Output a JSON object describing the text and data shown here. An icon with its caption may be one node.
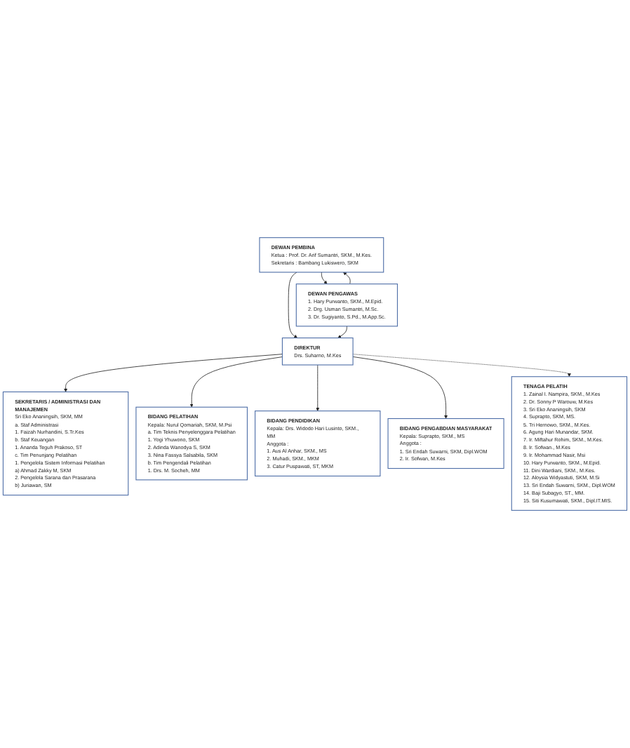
{
  "diagram": {
    "nodes": [
      {
        "text": [
          "DEWAN PEMBINA",
          "Ketua : Prof. Dr. Arif Sumantri, SKM., M.Kes.",
          "Sekretaris : Bambang Lukiswero, SKM"
        ]
      },
      {
        "text": [
          "DEWAN PENGAWAS",
          "1. Hary Purwanto, SKM., M.Epid.",
          "2. Drg. Usman Sumantri, M.Sc.",
          "3. Dr. Sugiyanto, S.Pd., M.App.Sc."
        ]
      },
      {
        "text": [
          "DIREKTUR",
          "Drs. Suharno, M.Kes"
        ]
      },
      {
        "text": [
          "SEKRETARIS / ADMINISTRASI DAN MANAJEMEN",
          "Sri Eko Ananingsih, SKM, MM",
          "a. Staf Administrasi",
          "1. Faizah Nurhandini, S.Tr.Kes",
          "b. Staf Keuangan",
          "1. Ananda Teguh Prakoso, ST",
          "c. Tim Penunjang Pelatihan",
          "1. Pengelola Sistem Informasi Pelatihan",
          "a) Ahmad Zakky M, SKM",
          "2. Pengelola Sarana dan Prasarana",
          "b) Juriawan, SM"
        ]
      },
      {
        "text": [
          "BIDANG PELATIHAN",
          "Kepala: Nurul Qomariah, SKM, M.Psi",
          "a. Tim Teknis Penyelenggara Pelatihan",
          "1. Yogi Yhuwono, SKM",
          "2. Adinda Wanodya S, SKM",
          "3. Nina Fassya Salsabila, SKM",
          "b. Tim Pengendali Pelatihan",
          "1. Drs. M. Socheh, MM"
        ]
      },
      {
        "text": [
          "BIDANG PENDIDIKAN",
          "Kepala: Drs. Widodo Hari Lusinto, SKM., MM",
          "Anggota :",
          "1. Aus Al Anhar, SKM., MS",
          "2. Muhadi, SKM., MKM",
          "3. Catur Puspawati, ST, MKM"
        ]
      },
      {
        "text": [
          "BIDANG PENGABDIAN MASYARAKAT",
          "Kepala: Suprapto, SKM., MS",
          "Anggota :",
          "1. Sri Endah Suwarni, SKM, Dipl.WOM",
          "2. Ir. Sofwan, M.Kes"
        ]
      },
      {
        "text": [
          "TENAGA PELATIH",
          "1. Zainal I. Nampira, SKM., M.Kes",
          "2. Dr. Sonny P Warouw, M.Kes",
          "3. Sri Eko Ananingsih, SKM",
          "4. Suprapto, SKM, MS.",
          "5. Tri Hernowo, SKM., M.Kes.",
          "6. Agung Hari Munandar, SKM.",
          "7. Ir. Miftahur Rohim, SKM., M.Kes.",
          "8. Ir. Sofwan., M.Kes",
          "9. Ir. Mohammad Nasir, Msi",
          "10. Hary Purwanto, SKM., M.Epid.",
          "11. Dini Wardiani, SKM., M.Kes.",
          "12. Aloysia Widyastuti, SKM, M.Si",
          "13. Sri Endah Suwarni, SKM., Dipl.WOM",
          "14. Baji Subagyo, ST., MM.",
          "15. Siti Kusumawati, SKM., Dipl.IT.MIS."
        ]
      }
    ],
    "edges": [
      {
        "from": 0,
        "to": 1,
        "arrow": "to"
      },
      {
        "from": 1,
        "to": 0,
        "arrow": "to"
      },
      {
        "from": 0,
        "to": 2,
        "arrow": "to"
      },
      {
        "from": 1,
        "to": 2,
        "arrow": "to"
      },
      {
        "from": 2,
        "to": 3,
        "arrow": "to"
      },
      {
        "from": 2,
        "to": 4,
        "arrow": "to"
      },
      {
        "from": 2,
        "to": 5,
        "arrow": "to"
      },
      {
        "from": 2,
        "to": 6,
        "arrow": "to"
      },
      {
        "from": 2,
        "to": 7,
        "arrow": "to",
        "style": "dashed"
      }
    ]
  }
}
